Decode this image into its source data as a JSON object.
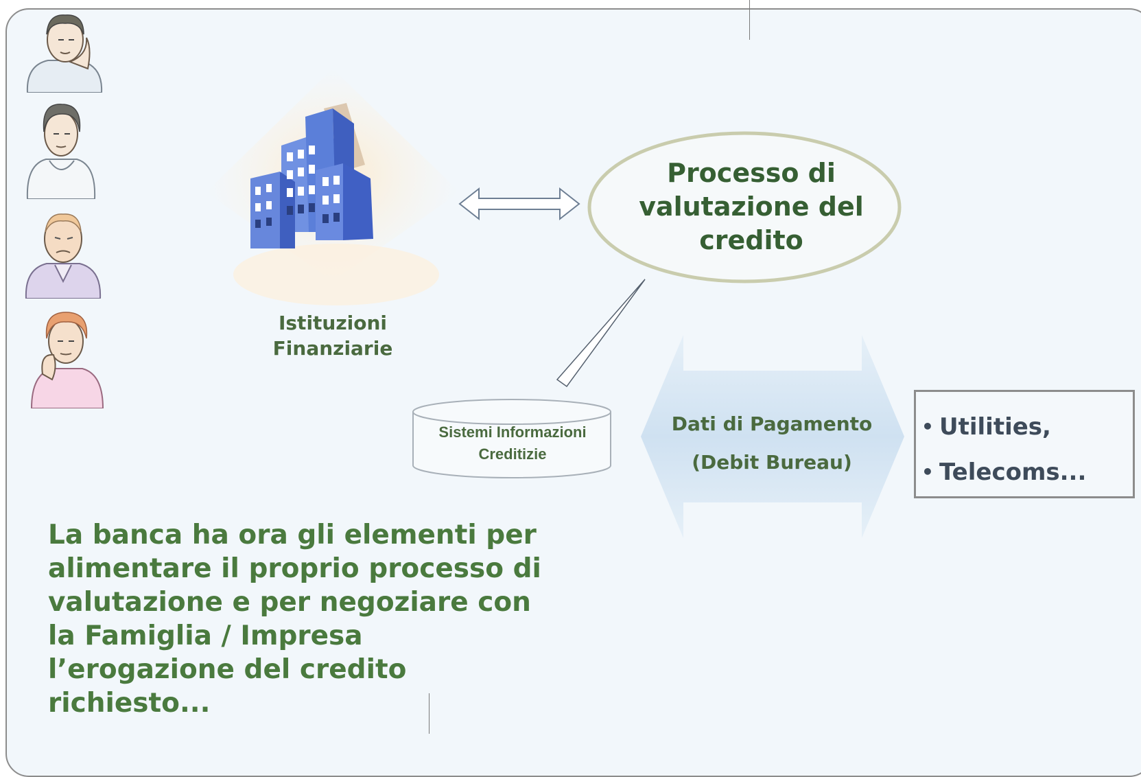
{
  "institution": {
    "label_line1": "Istituzioni",
    "label_line2": "Finanziarie"
  },
  "process": {
    "line1": "Processo di",
    "line2": "valutazione del",
    "line3": "credito"
  },
  "database": {
    "line1": "Sistemi Informazioni",
    "line2": "Creditizie"
  },
  "payment_data": {
    "line1": "Dati di Pagamento",
    "line2": "(Debit Bureau)"
  },
  "sources": {
    "items": [
      "Utilities,",
      "Telecoms..."
    ]
  },
  "summary": {
    "lines": [
      "La banca ha ora gli elementi per",
      "alimentare il proprio processo di",
      "valutazione e per negoziare con",
      "la Famiglia / Impresa",
      "l’erogazione del credito",
      "richiesto..."
    ]
  },
  "icons": {
    "people": [
      "man-thinking-icon",
      "woman-thinking-icon",
      "elderly-man-icon",
      "elderly-woman-icon"
    ],
    "institution": "buildings-icon",
    "database": "database-cylinder-icon"
  },
  "colors": {
    "background": "#f2f7fb",
    "title_green": "#365f33",
    "text_green": "#4a7a3e",
    "arrow_fill": "#d6e6f4",
    "building_blue": "#5b7fd9"
  }
}
